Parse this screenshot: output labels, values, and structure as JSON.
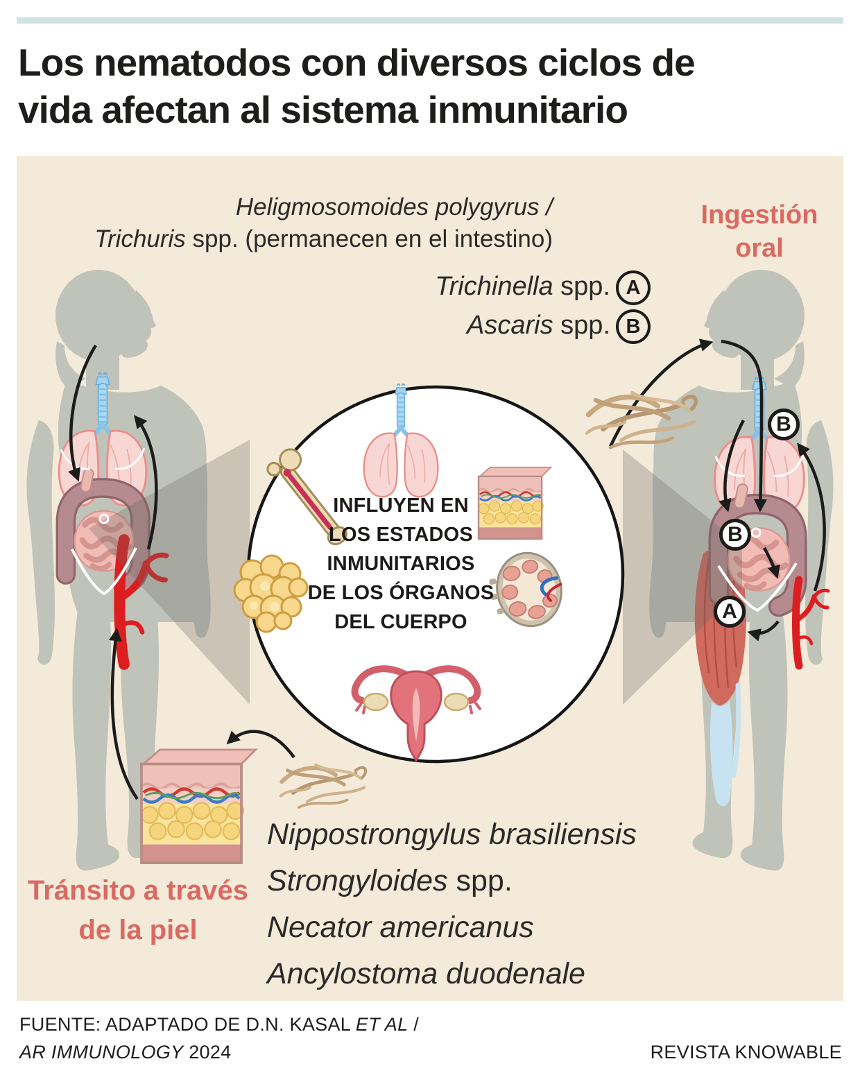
{
  "header": {
    "title_line1": "Los nematodos con diversos ciclos de",
    "title_line2": "vida afectan al sistema inmunitario"
  },
  "panel": {
    "top_labels": {
      "line1_italic": "Heligmosomoides polygyrus /",
      "line2_italic": "Trichuris",
      "line2_rest": " spp. (permanecen en el intestino)",
      "trichinella_italic": "Trichinella",
      "trichinella_rest": " spp.",
      "trichinella_badge": "A",
      "ascaris_italic": "Ascaris",
      "ascaris_rest": " spp.",
      "ascaris_badge": "B"
    },
    "ingestion_label": "Ingestión oral",
    "transit_label": "Tránsito a través\nde la piel",
    "circle_text": "INFLUYEN EN\nLOS ESTADOS\nINMUNITARIOS\nDE LOS ÓRGANOS\nDEL CUERPO",
    "body_badges": {
      "lung_b": "B",
      "intestine_b": "B",
      "muscle_a": "A"
    },
    "species": [
      {
        "i": "Nippostrongylus brasiliensis",
        "r": ""
      },
      {
        "i": "Strongyloides",
        "r": " spp."
      },
      {
        "i": "Necator americanus",
        "r": ""
      },
      {
        "i": "Ancylostoma duodenale",
        "r": ""
      }
    ]
  },
  "footer": {
    "source_normal1": "FUENTE: ADAPTADO DE D.N. KASAL ",
    "source_italic1": "ET AL",
    "source_end1": " /",
    "source_italic2": "AR IMMUNOLOGY",
    "source_normal2": " 2024",
    "credit": "REVISTA KNOWABLE"
  },
  "colors": {
    "teal_bar": "#cfe4e0",
    "panel_bg": "#f4ead9",
    "accent_salmon": "#d96a61",
    "silhouette_gray": "#c0c3b9",
    "arrow_black": "#1c1c1a",
    "worm_tan": "#c2a37b",
    "vessel_red": "#dd1e20",
    "lung_pink": "#f8d6d3"
  }
}
